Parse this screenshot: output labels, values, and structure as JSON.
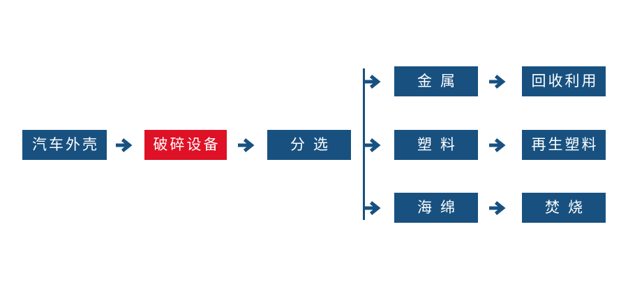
{
  "colors": {
    "node_blue": "#185180",
    "node_red": "#DE1126",
    "node_text": "#FFFFFF",
    "connector": "#185180",
    "background": "#FFFFFF"
  },
  "icons": {
    "right_arrow": "→"
  },
  "main_flow": {
    "nodes": [
      {
        "label": "汽车外壳",
        "variant": "blue"
      },
      {
        "label": "破碎设备",
        "variant": "red"
      },
      {
        "label": "分选",
        "variant": "blue"
      }
    ]
  },
  "branches": [
    {
      "material": "金属",
      "outcome": "回收利用"
    },
    {
      "material": "塑料",
      "outcome": "再生塑料"
    },
    {
      "material": "海绵",
      "outcome": "焚烧"
    }
  ]
}
